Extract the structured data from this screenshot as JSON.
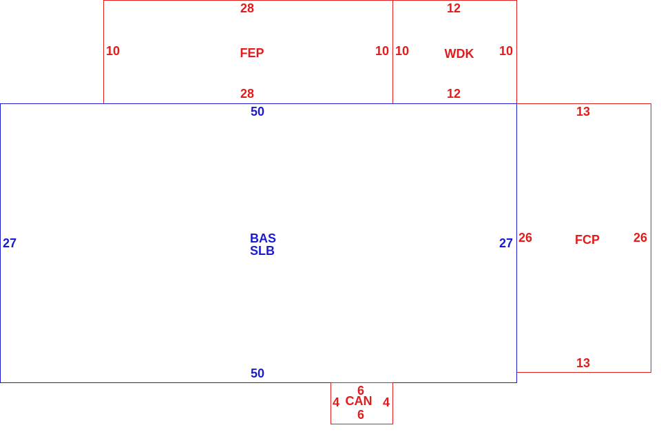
{
  "colors": {
    "red": "#e31b1b",
    "blue": "#1a1acf"
  },
  "areas": {
    "fep": {
      "code": "FEP",
      "top": "28",
      "bottom": "28",
      "left": "10",
      "right": "10"
    },
    "wdk": {
      "code": "WDK",
      "top": "12",
      "bottom": "12",
      "left": "10",
      "right": "10"
    },
    "bas": {
      "code": "BAS",
      "code2": "SLB",
      "top": "50",
      "bottom": "50",
      "left": "27",
      "right": "27"
    },
    "fcp": {
      "code": "FCP",
      "top": "13",
      "bottom": "13",
      "left": "26",
      "right": "26"
    },
    "can": {
      "code": "CAN",
      "top": "6",
      "bottom": "6",
      "left": "4",
      "right": "4"
    }
  }
}
